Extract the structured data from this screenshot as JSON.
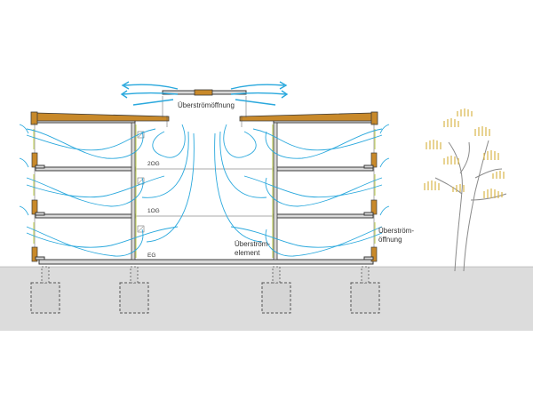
{
  "labels": {
    "roof_opening": "Überströmöffnung",
    "overflow_element_line1": "Überström-",
    "overflow_element_line2": "element",
    "facade_opening_line1": "Überström-",
    "facade_opening_line2": "öffnung",
    "floor_2": "2OG",
    "floor_1": "1OG",
    "floor_0": "EG"
  },
  "colors": {
    "airflow": "#29a8dd",
    "timber": "#c8892a",
    "ground": "#dcdcdc",
    "structure": "#d9d9d9",
    "foliage": "#d9b64a"
  }
}
